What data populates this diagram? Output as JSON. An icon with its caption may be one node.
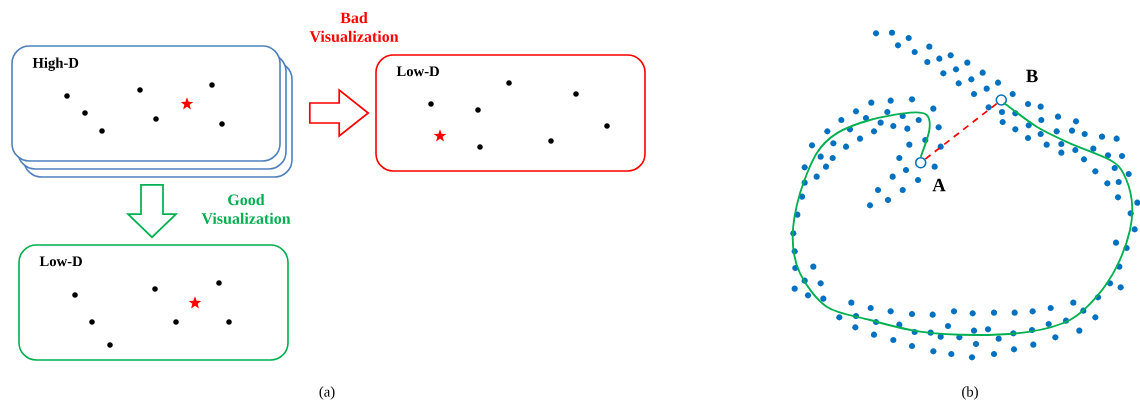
{
  "diagram": {
    "nodes": [
      {
        "text": [
          "High-D"
        ]
      },
      {
        "text": [
          "Low-D"
        ]
      },
      {
        "text": [
          "Low-D"
        ]
      },
      {
        "text": [],
        "shape": "circle",
        "beside": [
          "A"
        ]
      },
      {
        "text": [],
        "shape": "circle",
        "beside": [
          "B"
        ]
      }
    ],
    "edges": [
      {
        "from": 0,
        "to": 1,
        "arrow": "to",
        "label": "Bad Visualization",
        "color": "#ff0000"
      },
      {
        "from": 0,
        "to": 2,
        "arrow": "to",
        "label": "Good Visualization",
        "color": "#00b050"
      },
      {
        "from": 3,
        "to": 4,
        "arrow": "none",
        "style": "dashed",
        "color": "#ff0000"
      },
      {
        "from": 3,
        "to": 4,
        "arrow": "none",
        "color": "#00b050"
      }
    ],
    "labels": [
      "(a)",
      "(b)"
    ]
  }
}
